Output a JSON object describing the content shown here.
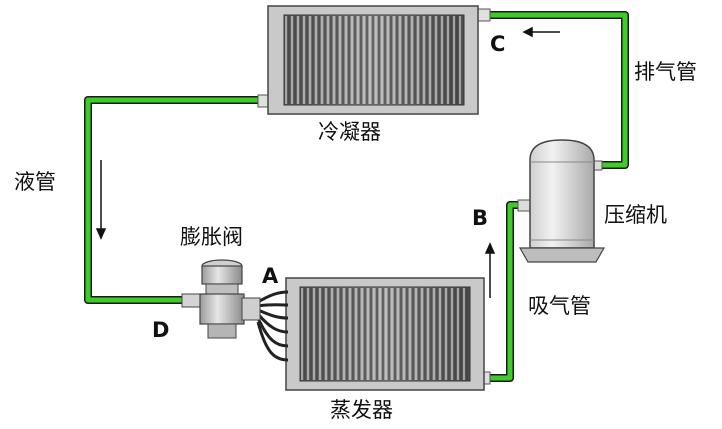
{
  "labels": {
    "condenser": "冷凝器",
    "evaporator": "蒸发器",
    "compressor": "压缩机",
    "expansion_valve": "膨胀阀",
    "liquid_pipe": "液管",
    "discharge_pipe": "排气管",
    "suction_pipe": "吸气管"
  },
  "points": {
    "a": "A",
    "b": "B",
    "c": "C",
    "d": "D"
  },
  "colors": {
    "pipe": "#3fcc2a",
    "pipe_outline": "#1a1a1a",
    "coil_dark": "#4a4a4a",
    "coil_light": "#d8d8d8",
    "frame": "#bdbdbd"
  }
}
